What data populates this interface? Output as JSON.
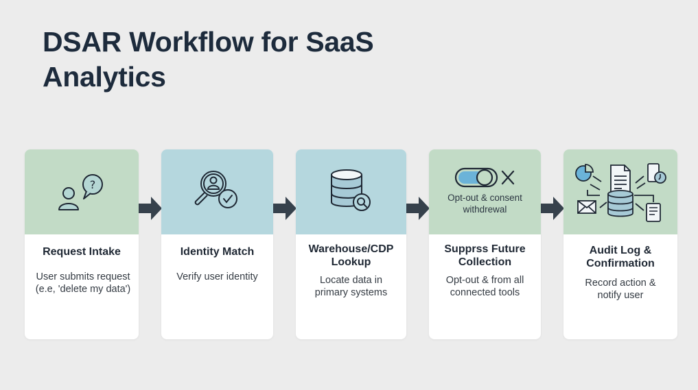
{
  "title": "DSAR Workflow for SaaS Analytics",
  "colors": {
    "title": "#1d2b3c",
    "green_panel": "#c2dbc6",
    "blue_panel": "#b5d7de",
    "arrow": "#36414c",
    "background": "#ececec"
  },
  "steps": [
    {
      "icon": "user-question-icon",
      "heading": "Request Intake",
      "description": "User submits request (e.e, 'delete my data')"
    },
    {
      "icon": "identity-search-check-icon",
      "heading": "Identity Match",
      "description": "Verify user identity"
    },
    {
      "icon": "database-search-icon",
      "heading": "Warehouse/CDP Lookup",
      "description": "Locate data in primary systems"
    },
    {
      "icon": "toggle-off-icon",
      "icon_caption": "Opt-out & consent withdrewal",
      "heading": "Supprss Future Collection",
      "description": "Opt-out & from all connected tools"
    },
    {
      "icon": "audit-log-network-icon",
      "heading": "Audit Log & Confirmation",
      "description": "Record action & notify user"
    }
  ]
}
